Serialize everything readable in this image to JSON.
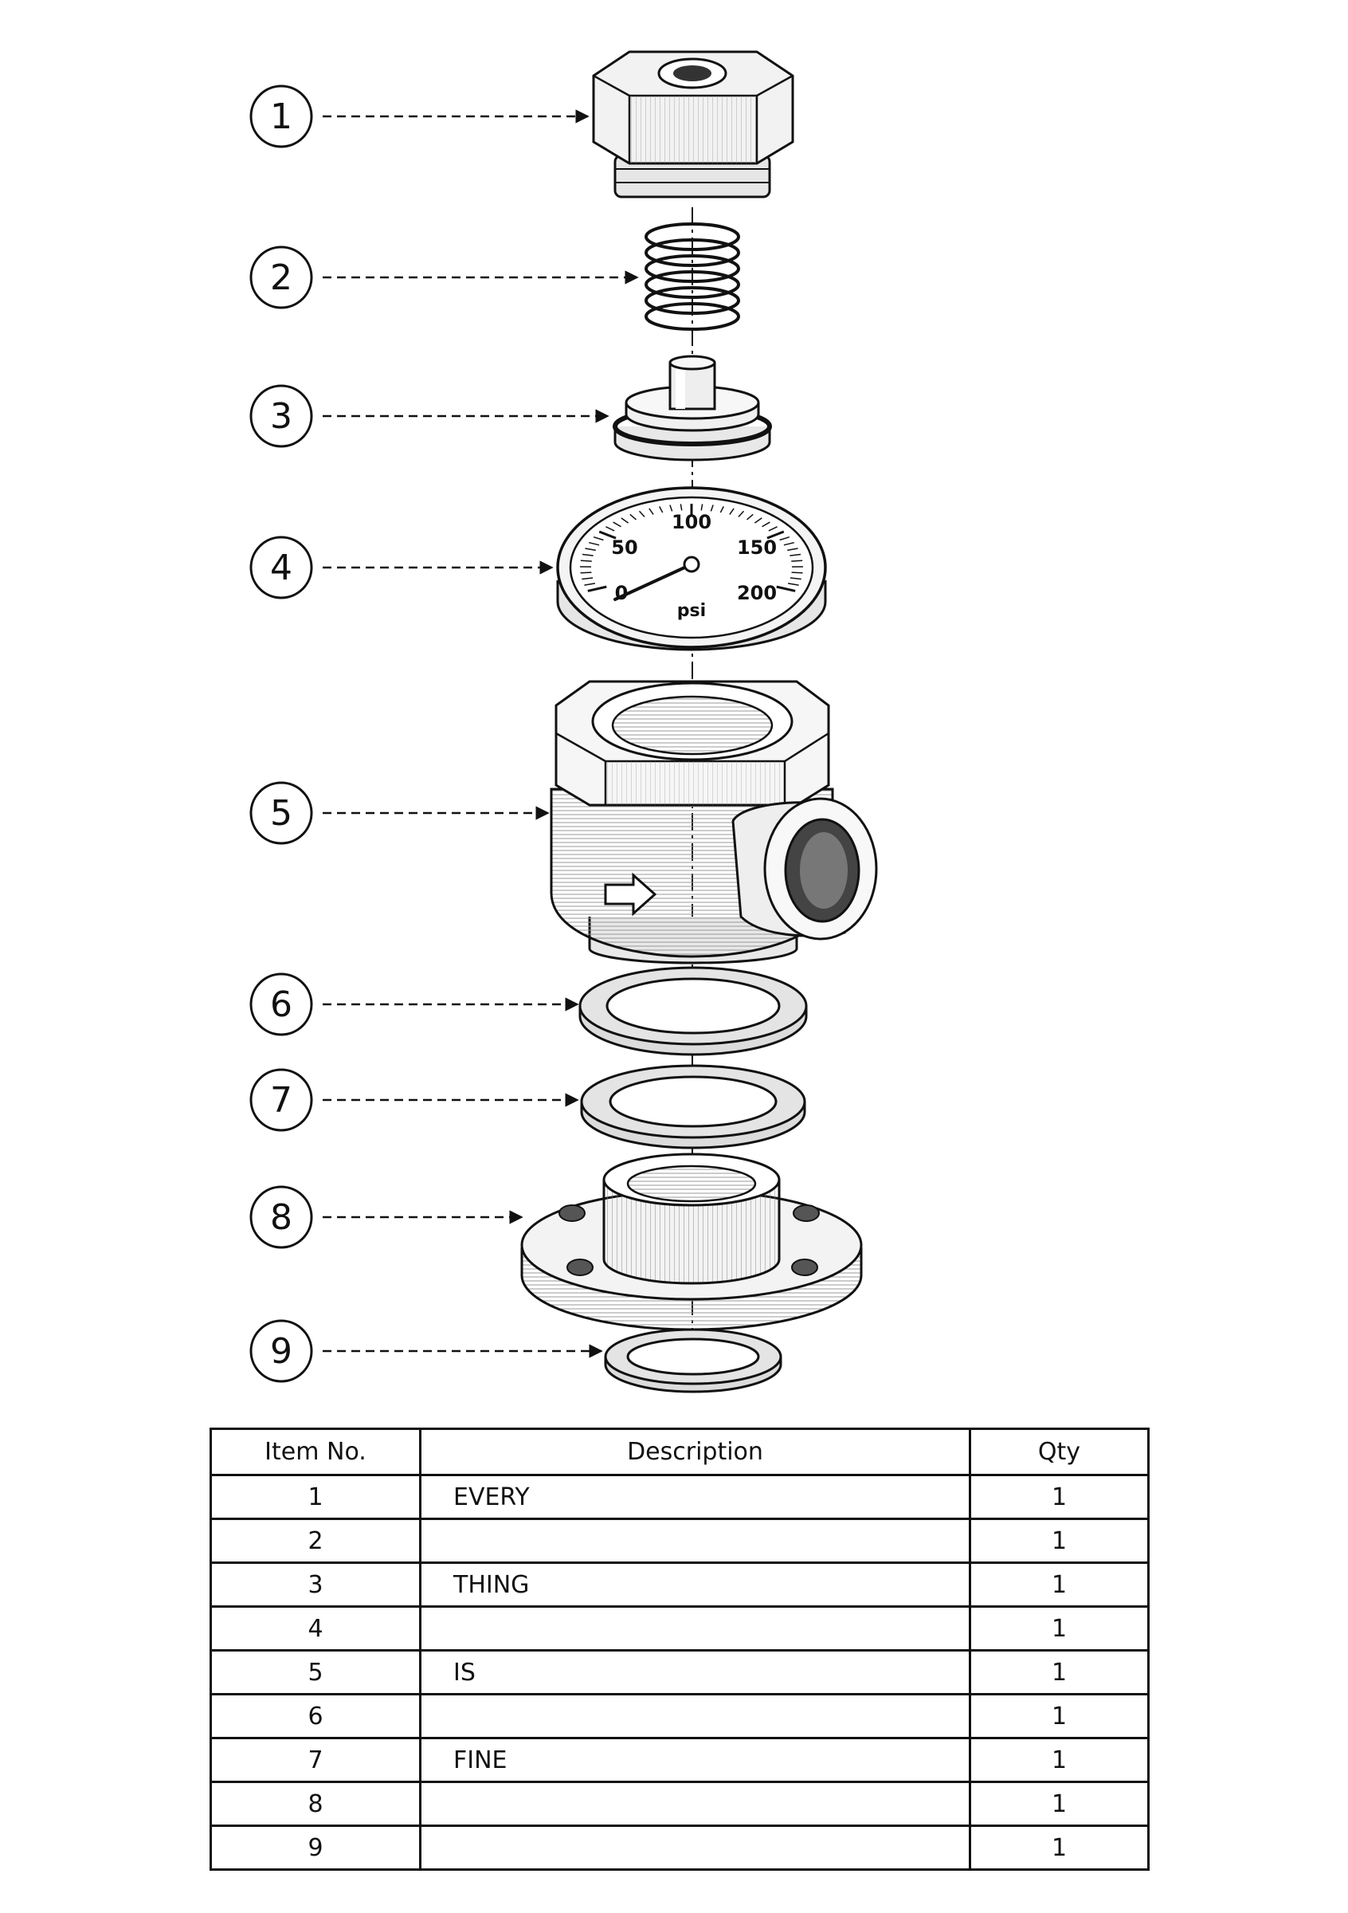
{
  "callouts": [
    {
      "item": "1",
      "part": "hex-cap"
    },
    {
      "item": "2",
      "part": "spring"
    },
    {
      "item": "3",
      "part": "piston"
    },
    {
      "item": "4",
      "part": "pressure-gauge"
    },
    {
      "item": "5",
      "part": "valve-body"
    },
    {
      "item": "6",
      "part": "gasket"
    },
    {
      "item": "7",
      "part": "gasket"
    },
    {
      "item": "8",
      "part": "flange"
    },
    {
      "item": "9",
      "part": "washer"
    }
  ],
  "gauge": {
    "scale_labels": [
      "0",
      "50",
      "100",
      "150",
      "200"
    ],
    "unit": "psi",
    "reading": 0
  },
  "table": {
    "headers": {
      "item": "Item No.",
      "description": "Description",
      "qty": "Qty"
    },
    "rows": [
      {
        "item": "1",
        "description": "EVERY",
        "qty": "1"
      },
      {
        "item": "2",
        "description": "",
        "qty": "1"
      },
      {
        "item": "3",
        "description": "THING",
        "qty": "1"
      },
      {
        "item": "4",
        "description": "",
        "qty": "1"
      },
      {
        "item": "5",
        "description": "IS",
        "qty": "1"
      },
      {
        "item": "6",
        "description": "",
        "qty": "1"
      },
      {
        "item": "7",
        "description": "FINE",
        "qty": "1"
      },
      {
        "item": "8",
        "description": "",
        "qty": "1"
      },
      {
        "item": "9",
        "description": "",
        "qty": "1"
      }
    ]
  },
  "colors": {
    "ink": "#111111",
    "paper": "#ffffff",
    "shade": "#dcdcdc"
  }
}
